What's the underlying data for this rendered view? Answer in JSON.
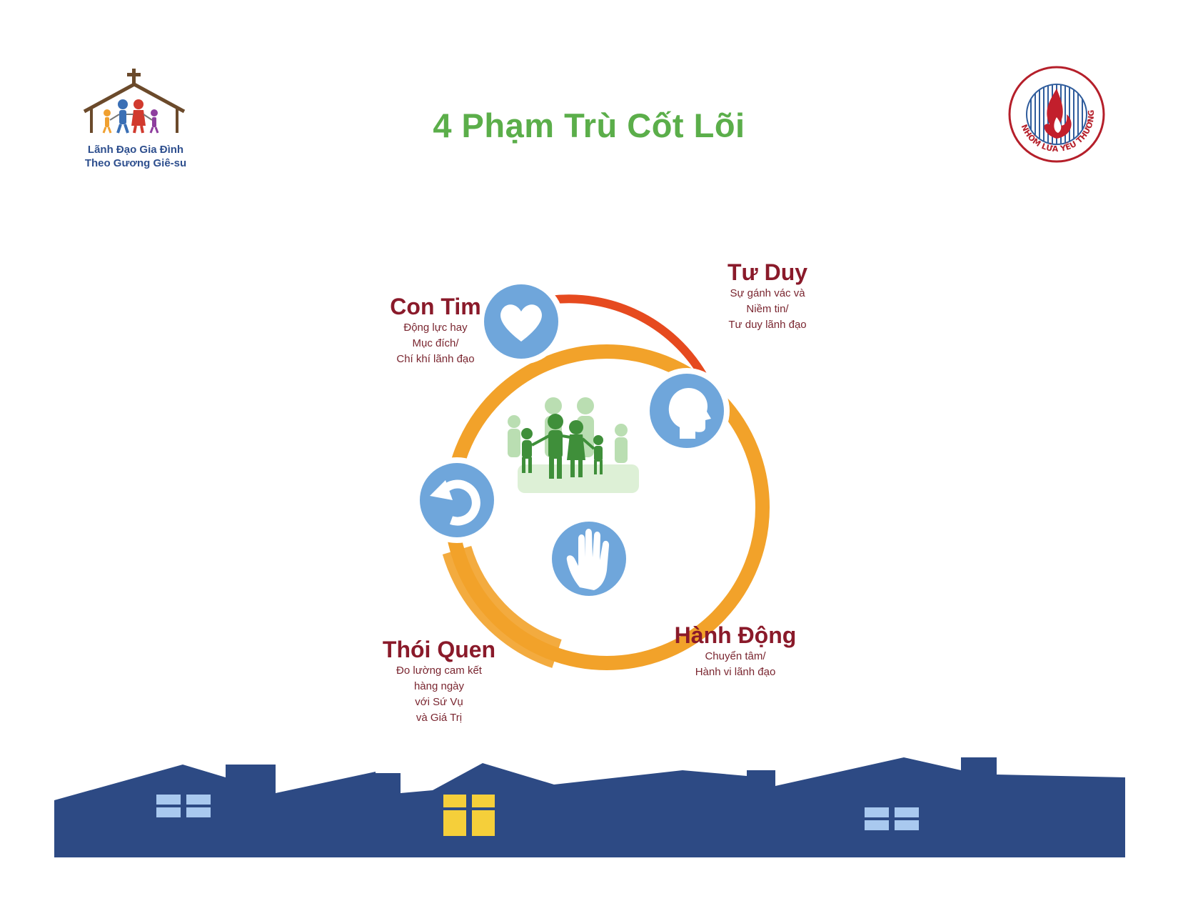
{
  "title": "4 Phạm Trù Cốt Lõi",
  "logo_left": {
    "line1": "Lãnh Đạo Gia Đình",
    "line2": "Theo Gương Giê-su"
  },
  "logo_right": {
    "ring_text": "NHÓM LỬA YÊU THƯƠNG"
  },
  "diagram": {
    "center_icon": "family-silhouette",
    "nodes": [
      {
        "id": "con-tim",
        "heading": "Con Tim",
        "icon": "heart-icon",
        "lines": [
          "Động lực hay",
          "Mục đích/",
          "Chí khí lãnh đạo"
        ]
      },
      {
        "id": "tu-duy",
        "heading": "Tư Duy",
        "icon": "head-icon",
        "lines": [
          "Sự gánh vác và",
          "Niềm tin/",
          "Tư duy lãnh đạo"
        ]
      },
      {
        "id": "hanh-dong",
        "heading": "Hành Động",
        "icon": "hand-icon",
        "lines": [
          "Chuyển tâm/",
          "Hành vi lãnh đạo"
        ]
      },
      {
        "id": "thoi-quen",
        "heading": "Thói Quen",
        "icon": "cycle-arrow-icon",
        "lines": [
          "Đo lường cam kết",
          "hàng ngày",
          "với Sứ Vụ",
          "và Giá Trị"
        ]
      }
    ]
  },
  "colors": {
    "title_green": "#5bae4a",
    "label_red": "#8a1a2a",
    "ring_orange": "#f2a22a",
    "ring_red": "#e0401f",
    "node_blue": "#6fa6db",
    "skyline_navy": "#2d4a84",
    "window_yellow": "#f5cf3a",
    "window_blue": "#a9c9ef"
  }
}
